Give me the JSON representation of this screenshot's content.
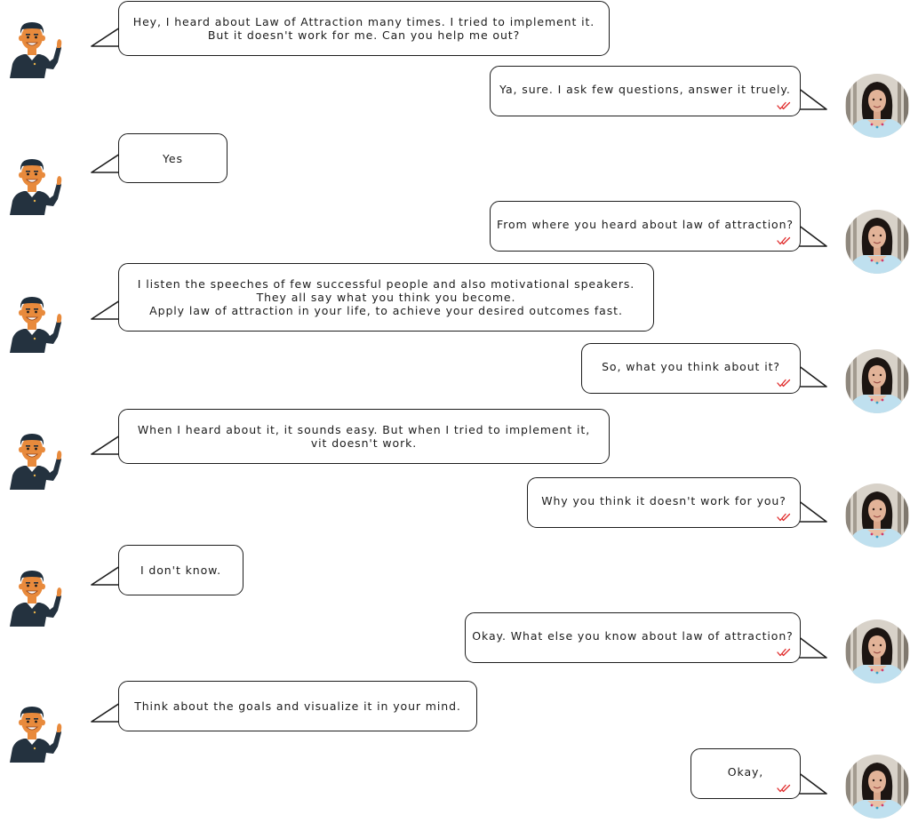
{
  "colors": {
    "tick": "#e02a2a",
    "outline": "#1d1d1d",
    "man_skin": "#e88a3c",
    "man_shirt": "#24323f",
    "man_hair": "#1f2e3b"
  },
  "icons": {
    "left_avatar": "cartoon-man-waving-icon",
    "right_avatar": "woman-photo-avatar",
    "read_receipt": "double-check-icon"
  },
  "messages": [
    {
      "side": "left",
      "lines": [
        "Hey, I heard about Law of Attraction many times. I tried to implement it.",
        "But it doesn't work for me. Can you help me out?"
      ]
    },
    {
      "side": "right",
      "lines": [
        "Ya, sure. I ask few questions, answer it truely."
      ]
    },
    {
      "side": "left",
      "lines": [
        "Yes"
      ]
    },
    {
      "side": "right",
      "lines": [
        "From where you heard about law of attraction?"
      ]
    },
    {
      "side": "left",
      "lines": [
        "I listen the speeches of few successful people and also motivational speakers.",
        "They all say what you think you become.",
        "Apply law of attraction in your life, to achieve your desired outcomes fast."
      ]
    },
    {
      "side": "right",
      "lines": [
        "So, what you think about it?"
      ]
    },
    {
      "side": "left",
      "lines": [
        "When I heard about it, it sounds easy. But when I tried to implement it,",
        "vit doesn't work."
      ]
    },
    {
      "side": "right",
      "lines": [
        "Why you think it doesn't work for you?"
      ]
    },
    {
      "side": "left",
      "lines": [
        "I don't know."
      ]
    },
    {
      "side": "right",
      "lines": [
        "Okay. What else you know about law of attraction?"
      ]
    },
    {
      "side": "left",
      "lines": [
        "Think about the goals and visualize it in your mind."
      ]
    },
    {
      "side": "right",
      "lines": [
        "Okay,"
      ]
    }
  ]
}
